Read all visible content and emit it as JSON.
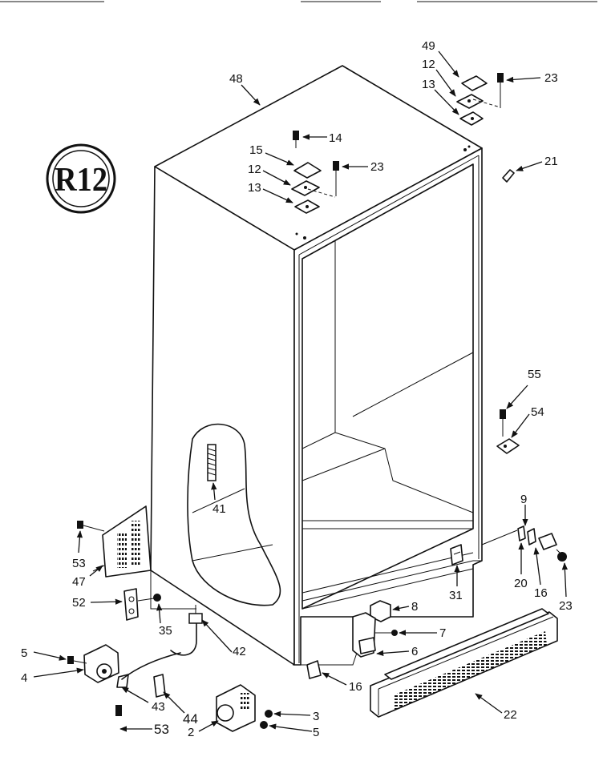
{
  "logo": {
    "text": "R12"
  },
  "labels": [
    {
      "id": "48",
      "text": "48"
    },
    {
      "id": "49",
      "text": "49"
    },
    {
      "id": "12a",
      "text": "12"
    },
    {
      "id": "13a",
      "text": "13"
    },
    {
      "id": "23a",
      "text": "23"
    },
    {
      "id": "14",
      "text": "14"
    },
    {
      "id": "15",
      "text": "15"
    },
    {
      "id": "12b",
      "text": "12"
    },
    {
      "id": "13b",
      "text": "13"
    },
    {
      "id": "23b",
      "text": "23"
    },
    {
      "id": "21",
      "text": "21"
    },
    {
      "id": "55",
      "text": "55"
    },
    {
      "id": "54",
      "text": "54"
    },
    {
      "id": "41",
      "text": "41"
    },
    {
      "id": "9",
      "text": "9"
    },
    {
      "id": "53a",
      "text": "53"
    },
    {
      "id": "47",
      "text": "47"
    },
    {
      "id": "52",
      "text": "52"
    },
    {
      "id": "35",
      "text": "35"
    },
    {
      "id": "8",
      "text": "8"
    },
    {
      "id": "31",
      "text": "31"
    },
    {
      "id": "20",
      "text": "20"
    },
    {
      "id": "16a",
      "text": "16"
    },
    {
      "id": "23c",
      "text": "23"
    },
    {
      "id": "7",
      "text": "7"
    },
    {
      "id": "6",
      "text": "6"
    },
    {
      "id": "42",
      "text": "42"
    },
    {
      "id": "5a",
      "text": "5"
    },
    {
      "id": "4",
      "text": "4"
    },
    {
      "id": "16b",
      "text": "16"
    },
    {
      "id": "43",
      "text": "43"
    },
    {
      "id": "44",
      "text": "44"
    },
    {
      "id": "22",
      "text": "22"
    },
    {
      "id": "3",
      "text": "3"
    },
    {
      "id": "2",
      "text": "2"
    },
    {
      "id": "5b",
      "text": "5"
    },
    {
      "id": "53b",
      "text": "53"
    }
  ]
}
